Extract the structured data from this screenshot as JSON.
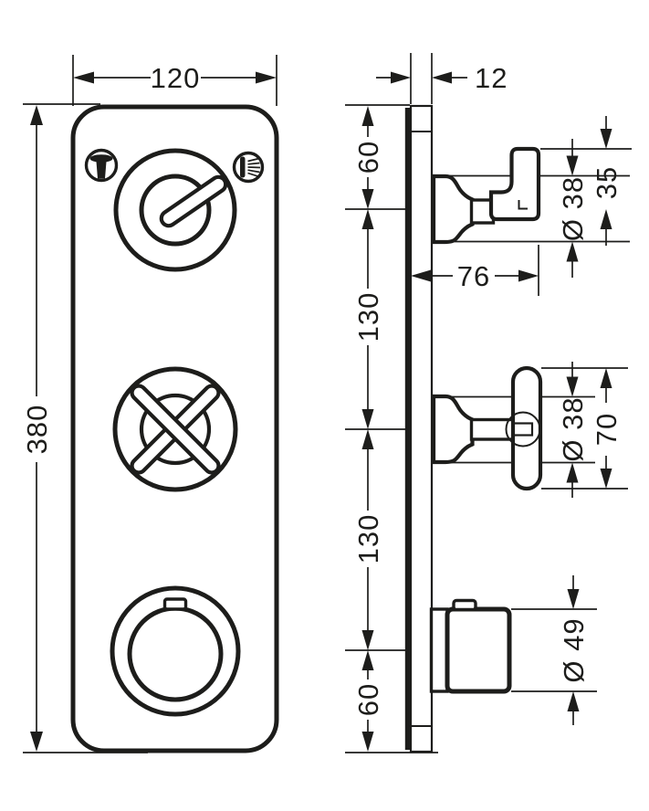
{
  "drawing": {
    "type": "technical-dimension-drawing",
    "colors": {
      "line": "#1d1d1b",
      "background": "#ffffff"
    },
    "front_view": {
      "icons": {
        "left": "bath-spout-icon",
        "right": "shower-icon"
      }
    },
    "dimensions": {
      "plate_width": "120",
      "plate_depth": "12",
      "plate_height": "380",
      "top_center_offset": "60",
      "upper_center_spacing": "130",
      "lower_center_spacing": "130",
      "bottom_center_offset": "60",
      "lever_above_center": "35",
      "upper_rosette_diameter": "Ø 38",
      "projection": "76",
      "mid_rosette_diameter": "Ø 38",
      "cross_handle_height": "70",
      "thermostat_knob_diameter": "Ø 49"
    }
  }
}
